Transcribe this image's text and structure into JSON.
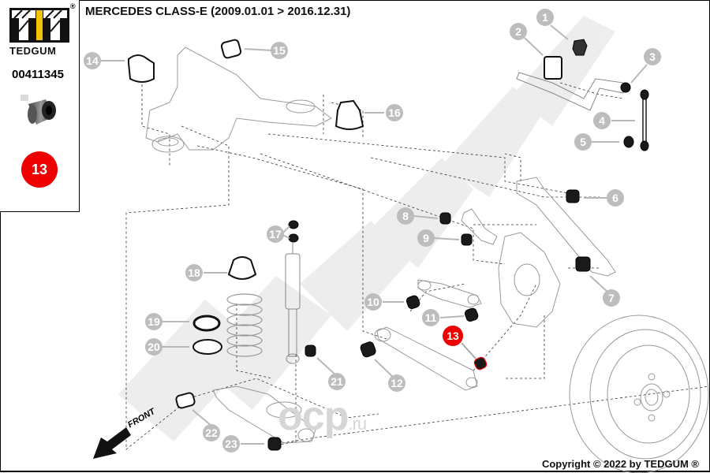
{
  "header": {
    "title": "MERCEDES CLASS-E  (2009.01.01 > 2016.12.31)"
  },
  "sidebar": {
    "brand": "TEDGUM",
    "registered_mark": "®",
    "part_number": "00411345",
    "highlighted_part": "13",
    "thumbnail_icon": "bushing-thumbnail-icon"
  },
  "diagram": {
    "watermark_brand": "TEDGUM",
    "watermark_site": "ocp",
    "watermark_site_tld": ".ru",
    "front_label": "FRONT",
    "highlight_color": "#ee0000",
    "callout_color": "#bdbdbd",
    "callouts": [
      {
        "id": "1",
        "label": "1",
        "highlighted": false
      },
      {
        "id": "2",
        "label": "2",
        "highlighted": false
      },
      {
        "id": "3",
        "label": "3",
        "highlighted": false
      },
      {
        "id": "4",
        "label": "4",
        "highlighted": false
      },
      {
        "id": "5",
        "label": "5",
        "highlighted": false
      },
      {
        "id": "6",
        "label": "6",
        "highlighted": false
      },
      {
        "id": "7",
        "label": "7",
        "highlighted": false
      },
      {
        "id": "8",
        "label": "8",
        "highlighted": false
      },
      {
        "id": "9",
        "label": "9",
        "highlighted": false
      },
      {
        "id": "10",
        "label": "10",
        "highlighted": false
      },
      {
        "id": "11",
        "label": "11",
        "highlighted": false
      },
      {
        "id": "12",
        "label": "12",
        "highlighted": false
      },
      {
        "id": "13",
        "label": "13",
        "highlighted": true
      },
      {
        "id": "14",
        "label": "14",
        "highlighted": false
      },
      {
        "id": "15",
        "label": "15",
        "highlighted": false
      },
      {
        "id": "16",
        "label": "16",
        "highlighted": false
      },
      {
        "id": "17",
        "label": "17",
        "highlighted": false
      },
      {
        "id": "18",
        "label": "18",
        "highlighted": false
      },
      {
        "id": "19",
        "label": "19",
        "highlighted": false
      },
      {
        "id": "20",
        "label": "20",
        "highlighted": false
      },
      {
        "id": "21",
        "label": "21",
        "highlighted": false
      },
      {
        "id": "22",
        "label": "22",
        "highlighted": false
      },
      {
        "id": "23",
        "label": "23",
        "highlighted": false
      }
    ]
  },
  "footer": {
    "copyright": "Copyright © 2022 by TEDGUM ®"
  }
}
